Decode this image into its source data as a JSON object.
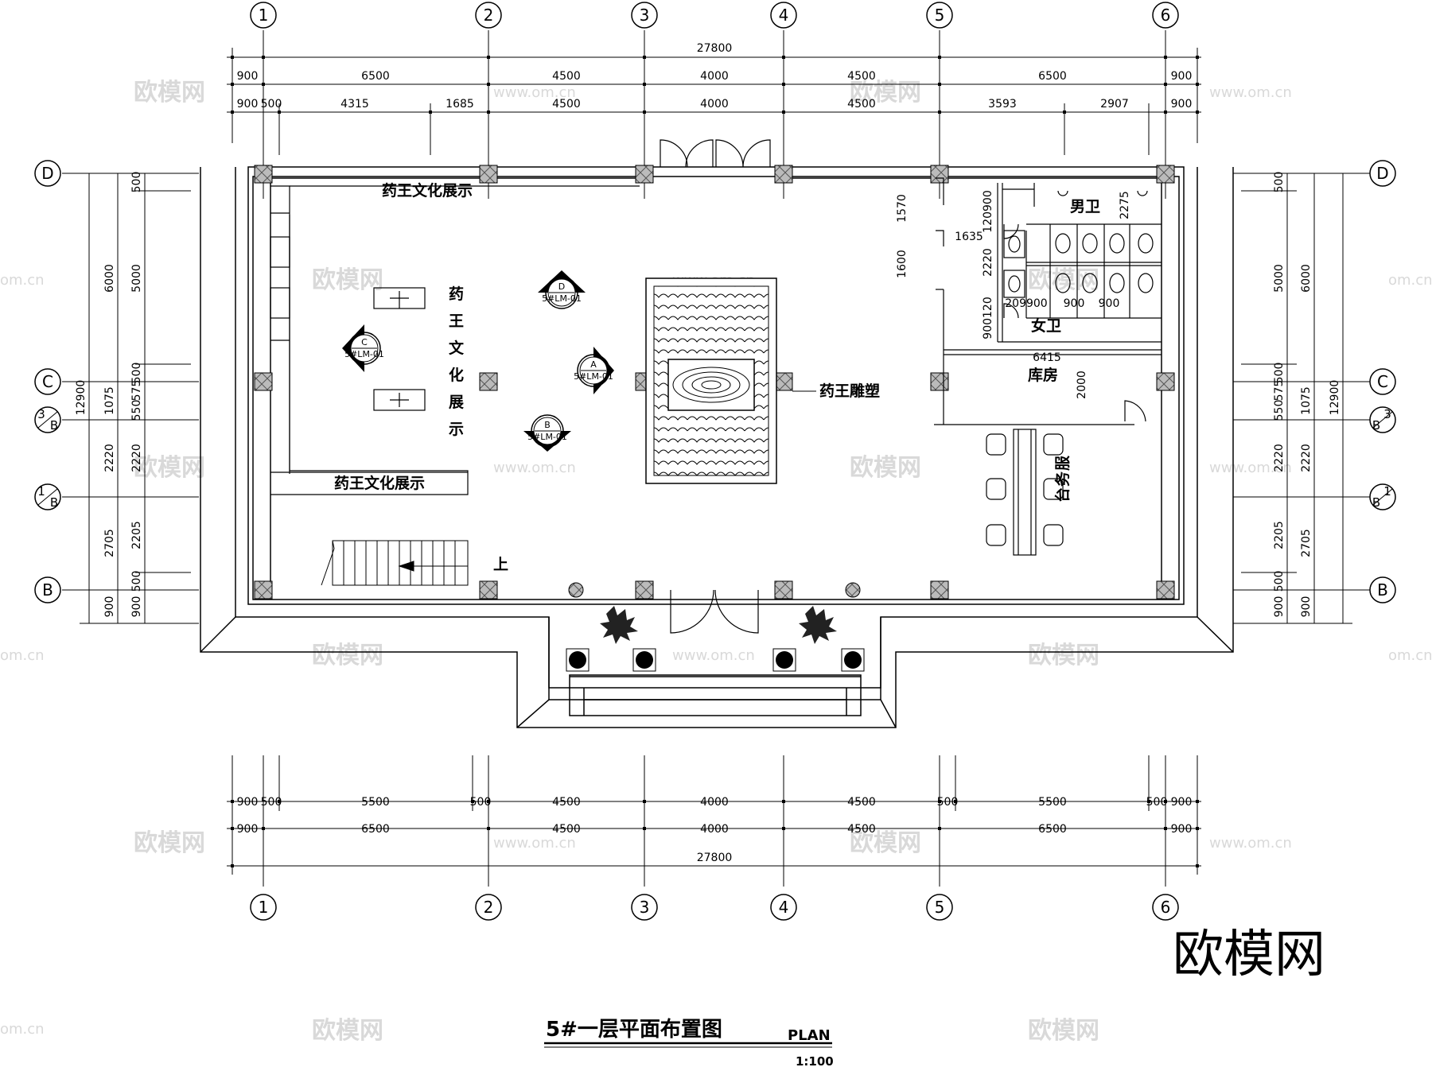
{
  "drawing": {
    "title": "5#一层平面布置图",
    "title_en": "PLAN",
    "scale": "1:100",
    "watermark_logo": "欧模网",
    "watermark_url": "www.om.cn",
    "watermark_url_short": "om.cn"
  },
  "axes": {
    "columns": [
      "1",
      "2",
      "3",
      "4",
      "5",
      "6"
    ],
    "rows": [
      "D",
      "C",
      "3/B",
      "1/B",
      "B"
    ],
    "row_fraction_top": [
      "3",
      "1"
    ],
    "row_fraction_bottom": "B"
  },
  "dimensions": {
    "top_total": "27800",
    "top_row1": [
      "900",
      "6500",
      "4500",
      "4000",
      "4500",
      "6500",
      "900"
    ],
    "top_row2": [
      "900",
      "500",
      "4315",
      "1685",
      "4500",
      "4000",
      "4500",
      "3593",
      "2907",
      "900"
    ],
    "bottom_row1": [
      "900",
      "500",
      "5500",
      "500",
      "4500",
      "4000",
      "4500",
      "500",
      "5500",
      "500",
      "900"
    ],
    "bottom_row2": [
      "900",
      "6500",
      "4500",
      "4000",
      "4500",
      "6500",
      "900"
    ],
    "bottom_total": "27800",
    "left_total": "12900",
    "left_col1": [
      "6000",
      "1075",
      "2220",
      "2705",
      "900"
    ],
    "left_col2": [
      "500",
      "5000",
      "500",
      "575",
      "550",
      "2220",
      "2205",
      "500",
      "900"
    ],
    "right_total": "12900",
    "right_col1": [
      "6000",
      "1075",
      "2220",
      "2705",
      "900"
    ],
    "right_col2": [
      "500",
      "5000",
      "500",
      "575",
      "550",
      "2220",
      "2205",
      "500",
      "900"
    ],
    "interior": [
      "1570",
      "1600",
      "1635",
      "2220",
      "120900",
      "2275",
      "900120",
      "209900",
      "900",
      "900",
      "6415",
      "2000"
    ]
  },
  "rooms": {
    "exhibit_top": "药王文化展示",
    "exhibit_bottom": "药王文化展示",
    "exhibit_vertical": [
      "药",
      "王",
      "文",
      "化",
      "展",
      "示"
    ],
    "sculpture": "药王雕塑",
    "mens_wc": "男卫",
    "womens_wc": "女卫",
    "storage": "库房",
    "service_desk": [
      "服",
      "务",
      "台"
    ],
    "stair_up": "上"
  },
  "elevation_markers": [
    {
      "letter": "A",
      "code": "5#LM-01"
    },
    {
      "letter": "B",
      "code": "5#LM-01"
    },
    {
      "letter": "C",
      "code": "5#LM-01"
    },
    {
      "letter": "D",
      "code": "5#LM-01"
    }
  ]
}
